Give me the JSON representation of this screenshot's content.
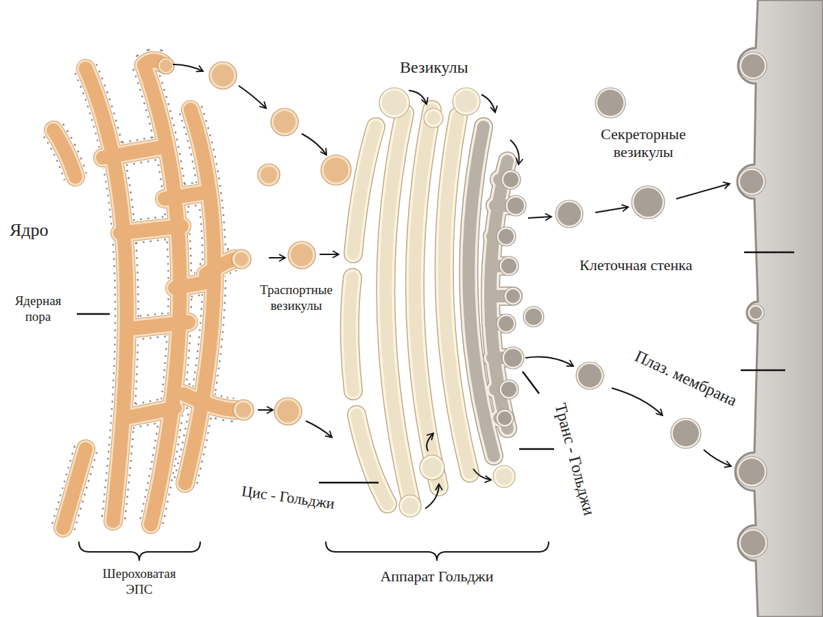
{
  "diagram": {
    "labels": [
      "Ядро",
      "Ядерная пора",
      "Шероховатая ЭПС",
      "Траспортные везикулы",
      "Везикулы",
      "Цис - Гольджи",
      "Аппарат Гольджи",
      "Транс - Гольджи",
      "Секреторные везикулы",
      "Клеточная стенка",
      "Плаз. мембрана"
    ]
  }
}
